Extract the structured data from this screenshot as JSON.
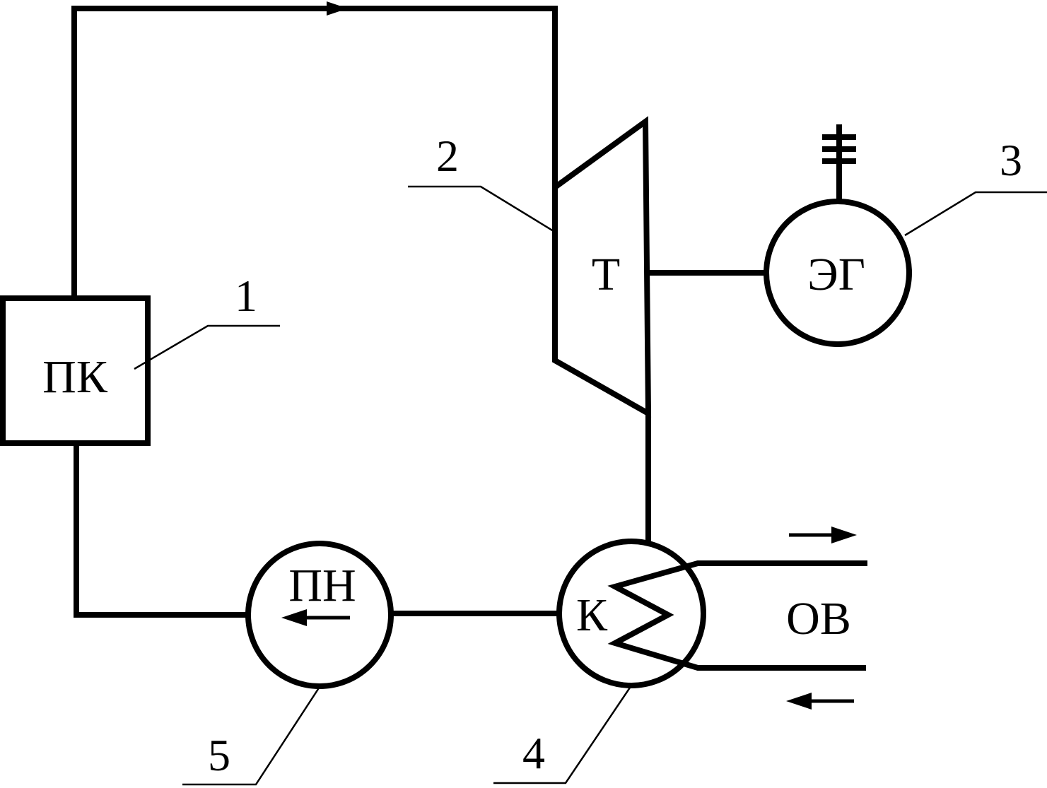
{
  "components": {
    "boiler": {
      "label": "ПК",
      "number": "1"
    },
    "turbine": {
      "label": "Т",
      "number": "2"
    },
    "generator": {
      "label": "ЭГ",
      "number": "3"
    },
    "condenser": {
      "label": "К",
      "number": "4"
    },
    "pump": {
      "label": "ПН",
      "number": "5"
    },
    "cooling_water": {
      "label": "ОВ"
    }
  },
  "colors": {
    "line": "#000000",
    "background": "#ffffff"
  }
}
